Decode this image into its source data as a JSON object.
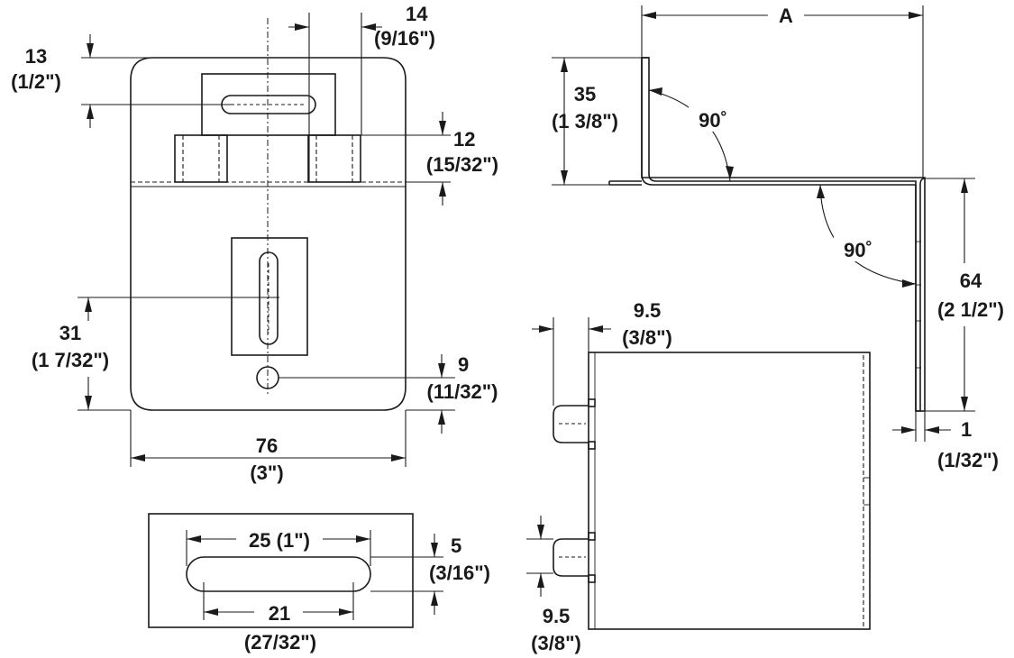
{
  "dimensions": {
    "d14": {
      "mm": "14",
      "inch": "(9/16\")"
    },
    "d13": {
      "mm": "13",
      "inch": "(1/2\")"
    },
    "d12": {
      "mm": "12",
      "inch": "(15/32\")"
    },
    "d31": {
      "mm": "31",
      "inch": "(1 7/32\")"
    },
    "d9": {
      "mm": "9",
      "inch": "(11/32\")"
    },
    "d76": {
      "mm": "76",
      "inch": "(3\")"
    },
    "d25": {
      "text": "25 (1\")"
    },
    "d5": {
      "mm": "5",
      "inch": "(3/16\")"
    },
    "d21": {
      "mm": "21",
      "inch": "(27/32\")"
    },
    "dA": {
      "text": "A"
    },
    "d35": {
      "mm": "35",
      "inch": "(1 3/8\")"
    },
    "angle_top": {
      "text": "90˚"
    },
    "angle_bottom": {
      "text": "90˚"
    },
    "d64": {
      "mm": "64",
      "inch": "(2 1/2\")"
    },
    "d1": {
      "mm": "1",
      "inch": "(1/32\")"
    },
    "d95_top": {
      "mm": "9.5",
      "inch": "(3/8\")"
    },
    "d95_bottom": {
      "mm": "9.5",
      "inch": "(3/8\")"
    }
  }
}
